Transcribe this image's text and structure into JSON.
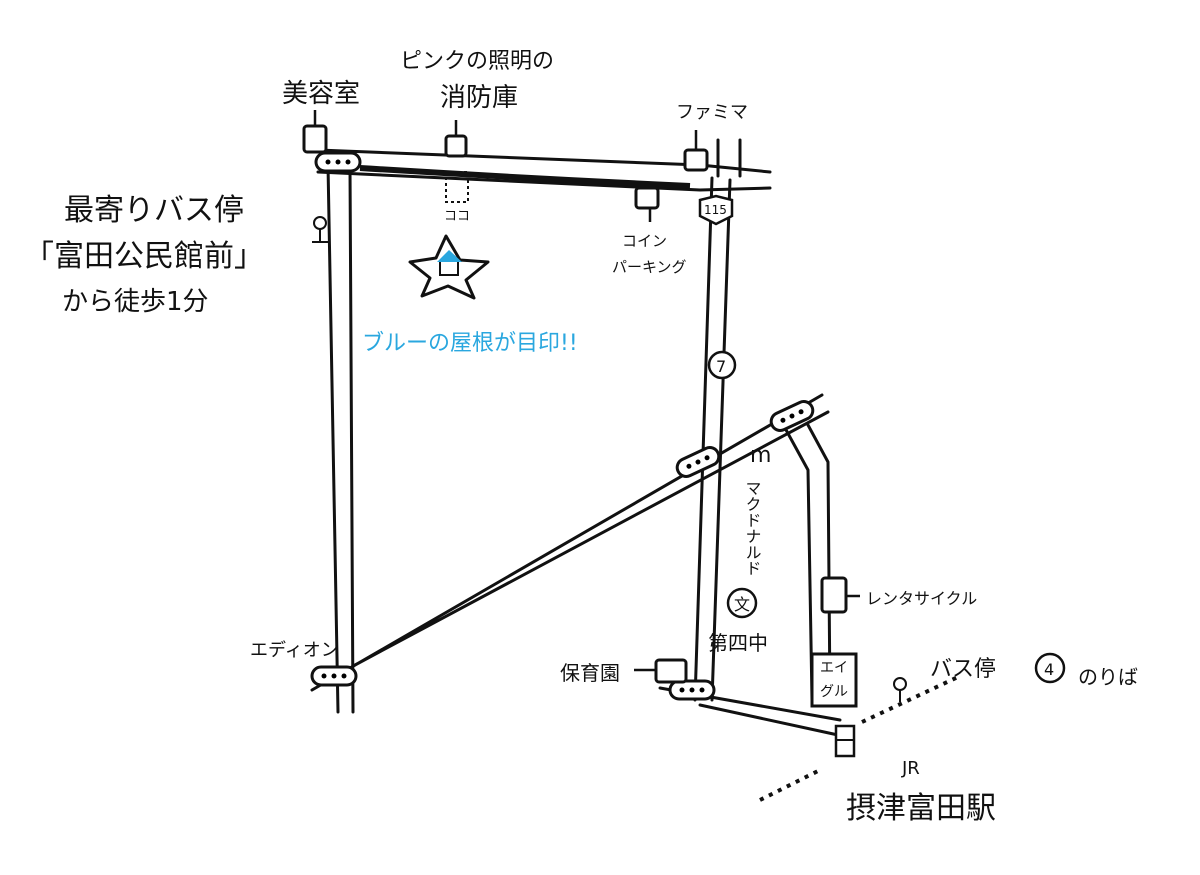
{
  "landmarks": {
    "beauty_salon": "美容室",
    "fire_station_line1": "ピンクの照明の",
    "fire_station_line2": "消防庫",
    "famima": "ファミマ",
    "here": "ココ",
    "coin_parking_line1": "コイン",
    "coin_parking_line2": "パーキング",
    "mcdonalds": "マクドナルド",
    "rental_cycle": "レンタサイクル",
    "school": "第四中",
    "eagle_line1": "エイ",
    "eagle_line2": "グル",
    "nursery": "保育園",
    "edion": "エディオン",
    "station_line1": "JR",
    "station_line2": "摂津富田駅",
    "bus_stop_4_a": "バス停",
    "bus_stop_4_num": "4",
    "bus_stop_4_b": "のりば"
  },
  "bus_stop_note": {
    "line1": "最寄りバス停",
    "line2": "「富田公民館前」",
    "line3": "から徒歩1分"
  },
  "blue_roof": "ブルーの屋根が目印!!",
  "route_numbers": {
    "r115": "115",
    "r7": "7"
  },
  "colors": {
    "ink": "#111111",
    "accent": "#2aa7df",
    "paper": "#ffffff"
  }
}
